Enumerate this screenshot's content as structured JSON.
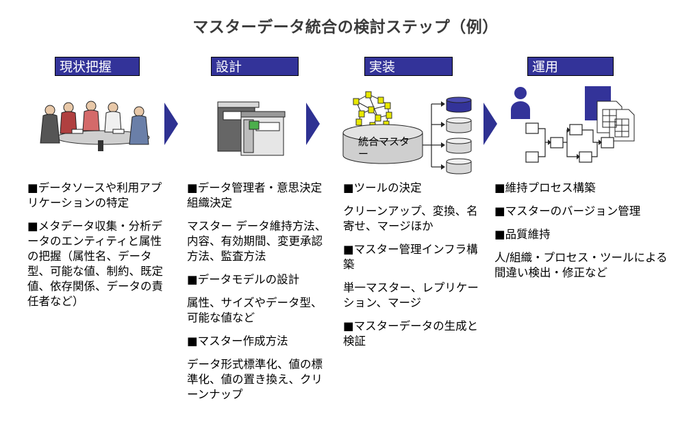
{
  "title": "マスターデータ統合の検討ステップ（例）",
  "phases": [
    {
      "label": "現状把握",
      "items": [
        "■データソースや利用アプリケーションの特定",
        "■メタデータ収集・分析データのエンティティと属性の把握（属性名、データ型、可能な値、制約、既定値、依存関係、データの責任者など）"
      ]
    },
    {
      "label": "設計",
      "items": [
        "■データ管理者・意思決定組織決定",
        "マスター データ維持方法、内容、有効期間、変更承認方法、監査方法",
        "■データモデルの設計",
        "属性、サイズやデータ型、可能な値など",
        "■マスター作成方法",
        "データ形式標準化、値の標準化、値の置き換え、クリーンナップ"
      ]
    },
    {
      "label": "実装",
      "items": [
        "■ツールの決定",
        "クリーンアップ、変換、名寄せ、マージほか",
        "■マスター管理インフラ構築",
        "単一マスター、レプリケーション、マージ",
        "■マスターデータの生成と検証"
      ]
    },
    {
      "label": "運用",
      "items": [
        "■維持プロセス構築",
        "■マスターのバージョン管理",
        "■品質維持",
        "人/組織・プロセス・ツールによる間違い検出・修正など"
      ]
    }
  ],
  "db_label": "統合マスター",
  "colors": {
    "phase_bg": "#333399",
    "arrow": "#2e3192"
  },
  "icons": [
    "meeting-people-icon",
    "binder-document-icon",
    "database-network-icon",
    "workflow-icon"
  ]
}
